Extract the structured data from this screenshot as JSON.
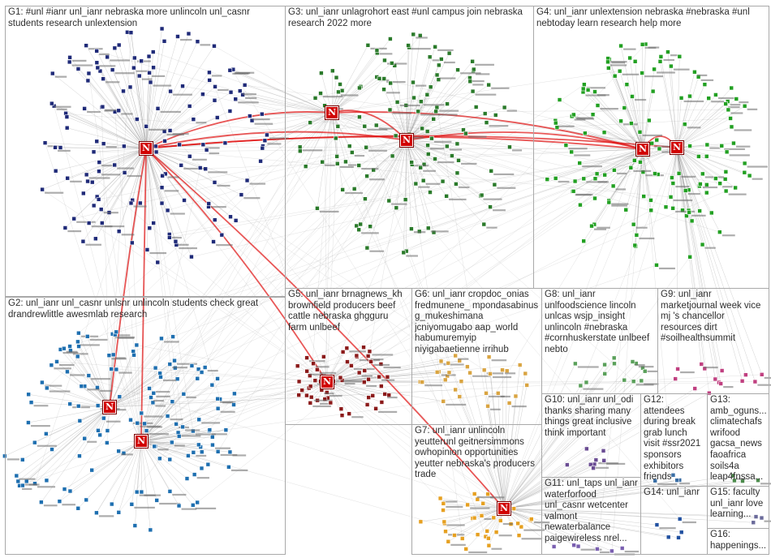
{
  "groups": [
    {
      "id": "G1",
      "label": "G1: #unl #ianr unl_ianr nebraska more unlincoln unl_casnr students research unlextension",
      "color": "#1f2a78"
    },
    {
      "id": "G3",
      "label": "G3: unl_ianr unlagrohort east #unl campus join nebraska research 2022 more",
      "color": "#2a7a2a"
    },
    {
      "id": "G4",
      "label": "G4: unl_ianr unlextension nebraska #nebraska #unl nebtoday learn research help more",
      "color": "#22a022"
    },
    {
      "id": "G2",
      "label": "G2: unl_ianr unl_casnr unlsnr unlincoln students check great drandrewlittle awesmlab research",
      "color": "#1e6fb0"
    },
    {
      "id": "G5",
      "label": "G5: unl_ianr brnagnews_kh brownfield producers beef cattle nebraska ghgguru farm unlbeef",
      "color": "#8b1a1a"
    },
    {
      "id": "G6",
      "label": "G6: unl_ianr cropdoc_onias fredmunene_ mpondasabinus g_mukeshimana jcniyomugabo aap_world habumuremyip niyigabaetienne irrihub",
      "color": "#d9a441"
    },
    {
      "id": "G7",
      "label": "G7: unl_ianr unlincoln yeutterunl geitnersimmons owhopinion opportunities yeutter nebraska's producers trade",
      "color": "#e6a020"
    },
    {
      "id": "G8",
      "label": "G8: unl_ianr unlfoodscience lincoln unlcas wsjp_insight unlincoln #nebraska #cornhuskerstate unlbeef nebto",
      "color": "#5aa05a"
    },
    {
      "id": "G9",
      "label": "G9: unl_ianr marketjournal week vice mj 's chancellor resources dirt #soilhealthsummit",
      "color": "#c04080"
    },
    {
      "id": "G10",
      "label": "G10: unl_ianr unl_odi thanks sharing many things great inclusive think important",
      "color": "#6a4c93"
    },
    {
      "id": "G11",
      "label": "G11: unl_taps unl_ianr waterforfood unl_casnr wetcenter valmont newaterbalance paigewireless nrel...",
      "color": "#7a5fb0"
    },
    {
      "id": "G12",
      "label": "G12: attendees during break grab lunch visit #ssr2021 sponsors exhibitors friends",
      "color": "#3a6ea5"
    },
    {
      "id": "G13",
      "label": "G13: amb_oguns... climatechafs wrifood gacsa_news faoafrica soils4a leap4fnssa...",
      "color": "#4a8a4a"
    },
    {
      "id": "G14",
      "label": "G14: unl_ianr",
      "color": "#2050a0"
    },
    {
      "id": "G15",
      "label": "G15: faculty unl_ianr love learning...",
      "color": "#6a6a9a"
    },
    {
      "id": "G16",
      "label": "G16: happenings...",
      "color": "#888888"
    }
  ],
  "hub_glyph": "N",
  "colors": {
    "edge": "#9a9a9a",
    "strong_edge": "#e01010",
    "hub": "#d10000",
    "border": "#a9a9a9"
  }
}
